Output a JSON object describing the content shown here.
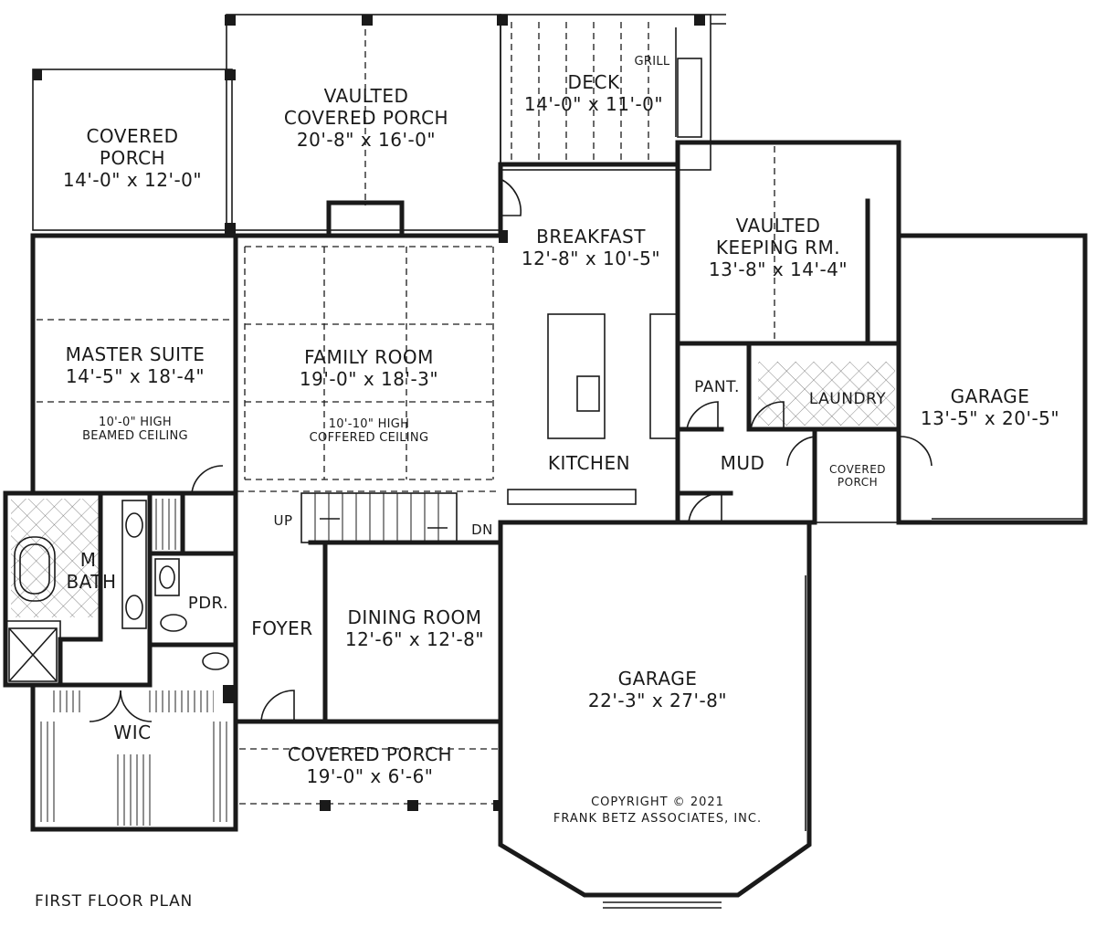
{
  "plan_title": "FIRST FLOOR PLAN",
  "copyright": {
    "line1": "COPYRIGHT © 2021",
    "line2": "FRANK BETZ ASSOCIATES, INC."
  },
  "rooms": {
    "covered_porch_nw": {
      "name": [
        "COVERED",
        "PORCH"
      ],
      "dims": "14'-0\" x 12'-0\""
    },
    "vaulted_covered_porch": {
      "name": [
        "VAULTED",
        "COVERED PORCH"
      ],
      "dims": "20'-8\" x 16'-0\""
    },
    "deck": {
      "name": "DECK",
      "dims": "14'-0\" x 11'-0\""
    },
    "grill": "GRILL",
    "breakfast": {
      "name": "BREAKFAST",
      "dims": "12'-8\" x 10'-5\""
    },
    "keeping_room": {
      "name": [
        "VAULTED",
        "KEEPING RM."
      ],
      "dims": "13'-8\" x 14'-4\""
    },
    "master_suite": {
      "name": "MASTER SUITE",
      "dims": "14'-5\" x 18'-4\"",
      "note": [
        "10'-0\" HIGH",
        "BEAMED CEILING"
      ]
    },
    "family_room": {
      "name": "FAMILY ROOM",
      "dims": "19'-0\" x 18'-3\"",
      "note": [
        "10'-10\" HIGH",
        "COFFERED CEILING"
      ]
    },
    "pantry": "PANT.",
    "laundry": "LAUNDRY",
    "garage_east": {
      "name": "GARAGE",
      "dims": "13'-5\" x 20'-5\""
    },
    "kitchen": "KITCHEN",
    "mud": "MUD",
    "covered_porch_small": [
      "COVERED",
      "PORCH"
    ],
    "stairs_up": "UP",
    "stairs_down": "DN",
    "master_bath": [
      "M.",
      "BATH"
    ],
    "powder": "PDR.",
    "foyer": "FOYER",
    "dining_room": {
      "name": "DINING ROOM",
      "dims": "12'-6\" x 12'-8\""
    },
    "garage_main": {
      "name": "GARAGE",
      "dims": "22'-3\" x 27'-8\""
    },
    "wic": "WIC",
    "covered_porch_front": {
      "name": "COVERED PORCH",
      "dims": "19'-0\" x 6'-6\""
    }
  }
}
